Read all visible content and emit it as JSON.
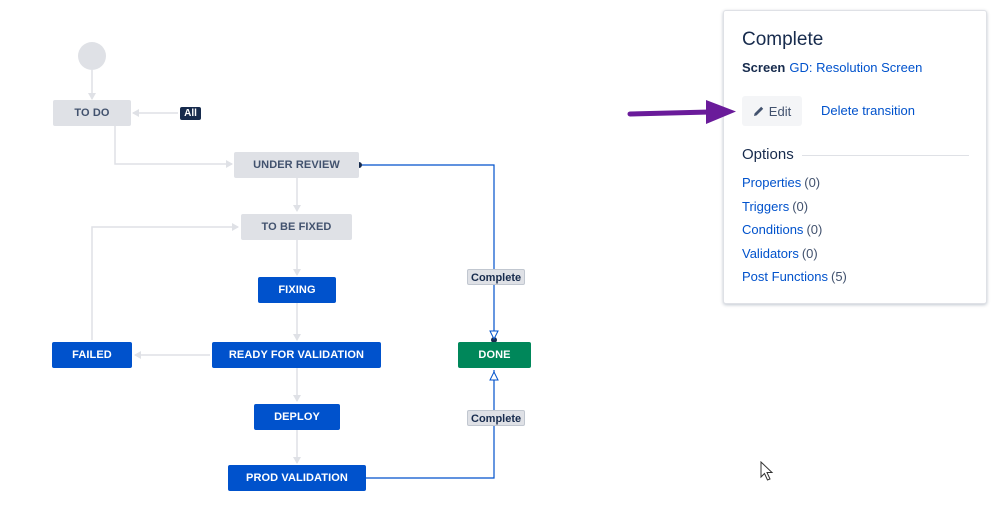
{
  "workflow": {
    "badge_all": "All",
    "statuses": {
      "todo": "TO DO",
      "under_review": "UNDER REVIEW",
      "to_be_fixed": "TO BE FIXED",
      "fixing": "FIXING",
      "ready_for_validation": "READY FOR VALIDATION",
      "failed": "FAILED",
      "deploy": "DEPLOY",
      "prod_validation": "PROD VALIDATION",
      "done": "DONE"
    },
    "transition_labels": {
      "complete_top": "Complete",
      "complete_bottom": "Complete"
    },
    "colors": {
      "todo": "#dfe1e6",
      "in_progress": "#0052cc",
      "done": "#00875a",
      "selected_transition": "#0052cc",
      "connector": "#dfe1e6"
    }
  },
  "panel": {
    "title": "Complete",
    "screen_label": "Screen",
    "screen_value": "GD: Resolution Screen",
    "edit_label": "Edit",
    "edit_icon": "pencil-icon",
    "delete_label": "Delete transition",
    "options_heading": "Options",
    "options": [
      {
        "name": "Properties",
        "count": "(0)"
      },
      {
        "name": "Triggers",
        "count": "(0)"
      },
      {
        "name": "Conditions",
        "count": "(0)"
      },
      {
        "name": "Validators",
        "count": "(0)"
      },
      {
        "name": "Post Functions",
        "count": "(5)"
      }
    ]
  },
  "annotation": {
    "arrow_color": "#6a1b9a"
  }
}
